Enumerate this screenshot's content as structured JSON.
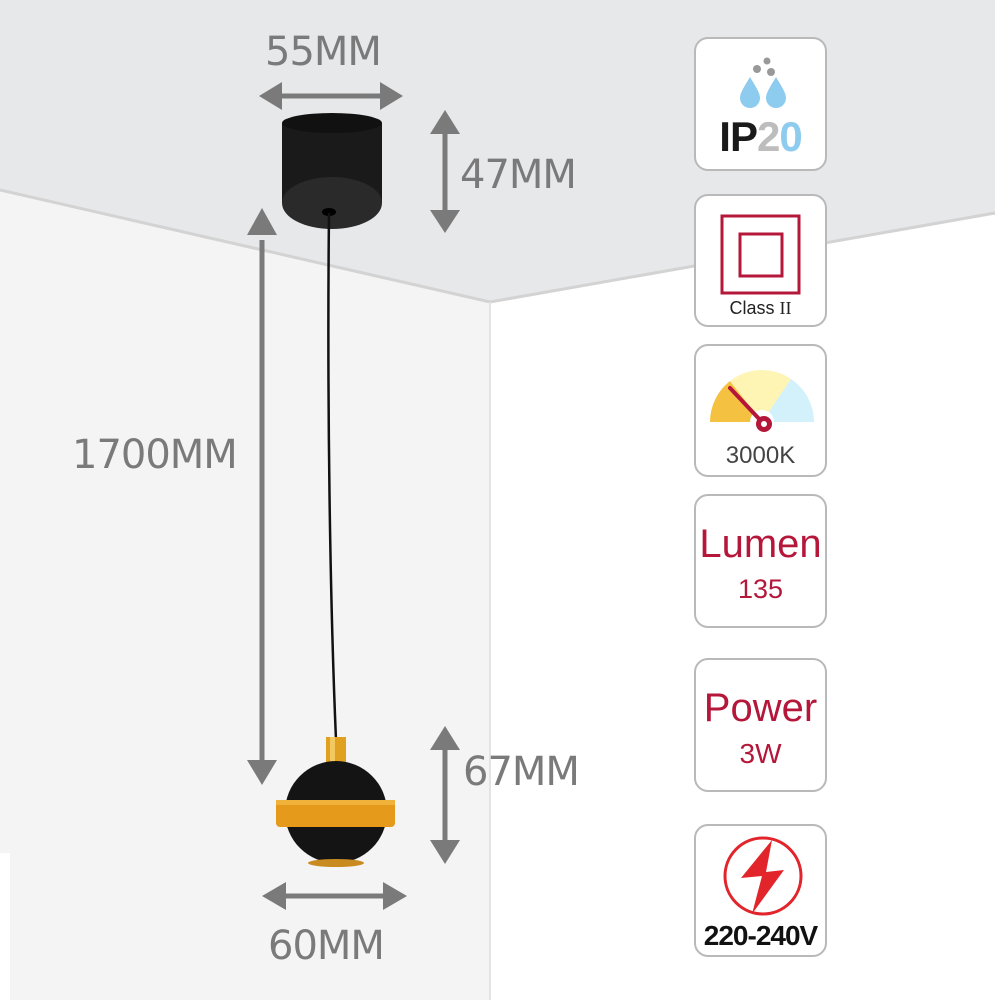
{
  "product_dimensions": {
    "canopy_width": "55MM",
    "canopy_height": "47MM",
    "cable_length": "1700MM",
    "shade_height": "67MM",
    "shade_width": "60MM"
  },
  "spec_cards": [
    {
      "id": "ip-rating",
      "icon": "water-drops-icon",
      "prefix": "IP",
      "value": "20"
    },
    {
      "id": "class",
      "icon": "double-square-icon",
      "label": "Class",
      "value": "II"
    },
    {
      "id": "color-temperature",
      "icon": "gauge-icon",
      "value": "3000K"
    },
    {
      "id": "lumen",
      "label": "Lumen",
      "value": "135"
    },
    {
      "id": "power",
      "label": "Power",
      "value": "3W"
    },
    {
      "id": "voltage",
      "icon": "lightning-bolt-icon",
      "value": "220-240V"
    }
  ],
  "colors": {
    "ceiling": "#e6e8ea",
    "wall_left": "#f4f4f4",
    "wall_right": "#ffffff",
    "dimension_gray": "#7a7a7a",
    "lamp_black": "#141414",
    "lamp_gold": "#e8a020",
    "accent_red": "#b5173a",
    "bolt_red": "#e2252b",
    "water_blue": "#8dcbef"
  }
}
